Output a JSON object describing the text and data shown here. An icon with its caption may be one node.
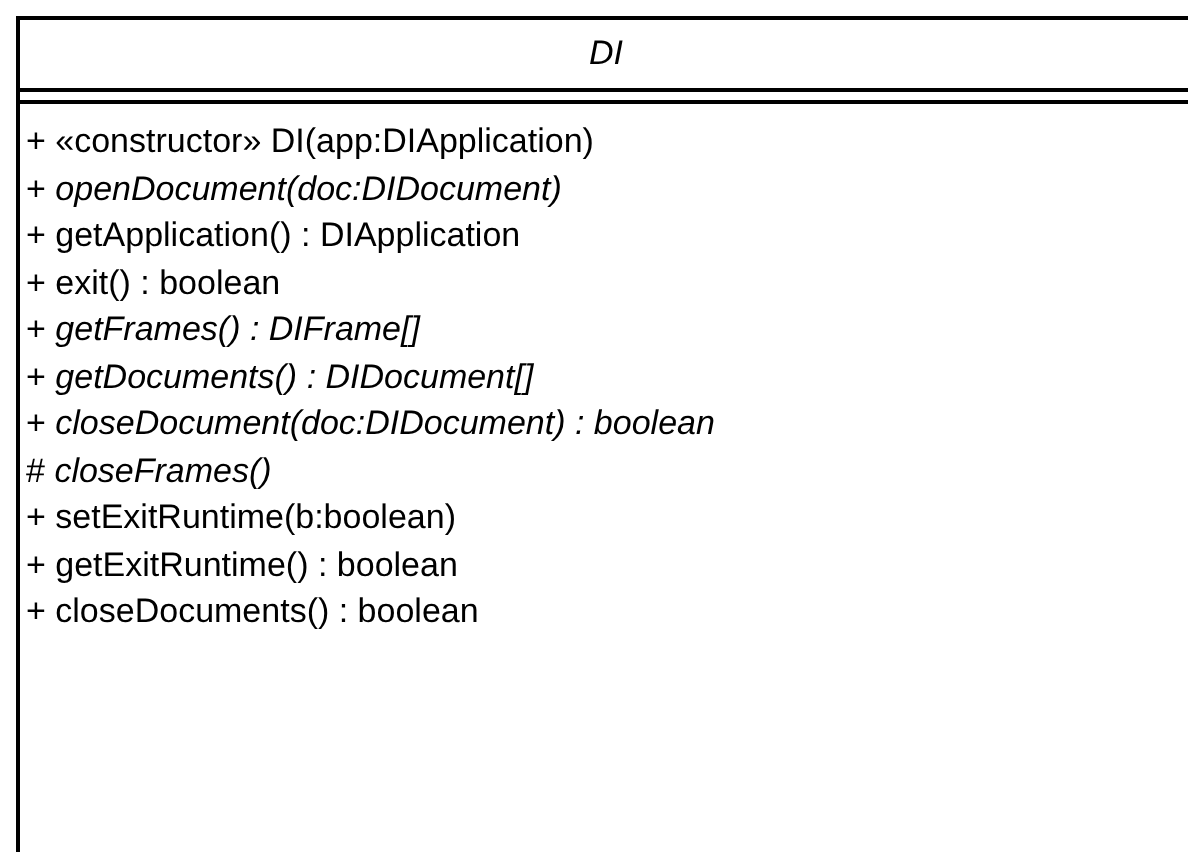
{
  "diagram": {
    "nodes": [
      {
        "text": [
          "DI",
          "+ «constructor» DI(app:DIApplication)",
          "+ *openDocument(doc:DIDocument)*",
          "+ getApplication() : DIApplication",
          "+ exit() : boolean",
          "+ *getFrames() : DIFrame[]*",
          "+ *getDocuments() : DIDocument[]*",
          "+ *closeDocument(doc:DIDocument) : boolean*",
          "# *closeFrames()*",
          "+ setExitRuntime(b:boolean)",
          "+ getExitRuntime() : boolean",
          "+ closeDocuments() : boolean"
        ]
      }
    ]
  }
}
